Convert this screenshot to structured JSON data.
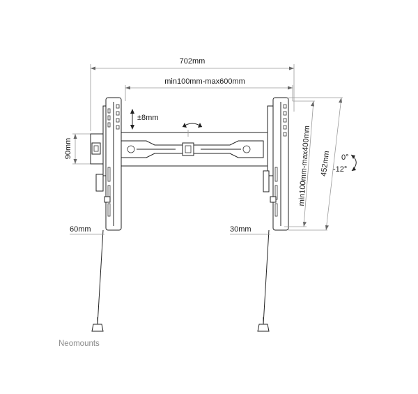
{
  "diagram": {
    "labels": {
      "total_width": "702mm",
      "vesa_horizontal": "min100mm-max600mm",
      "vertical_adjust": "±8mm",
      "wall_plate_height": "90mm",
      "vesa_vertical": "min100mm-max400mm",
      "bracket_height": "452mm",
      "tilt_top": "0°",
      "tilt_bottom": "-12°",
      "left_depth": "60mm",
      "right_depth": "30mm"
    },
    "brand": "Neomounts"
  }
}
